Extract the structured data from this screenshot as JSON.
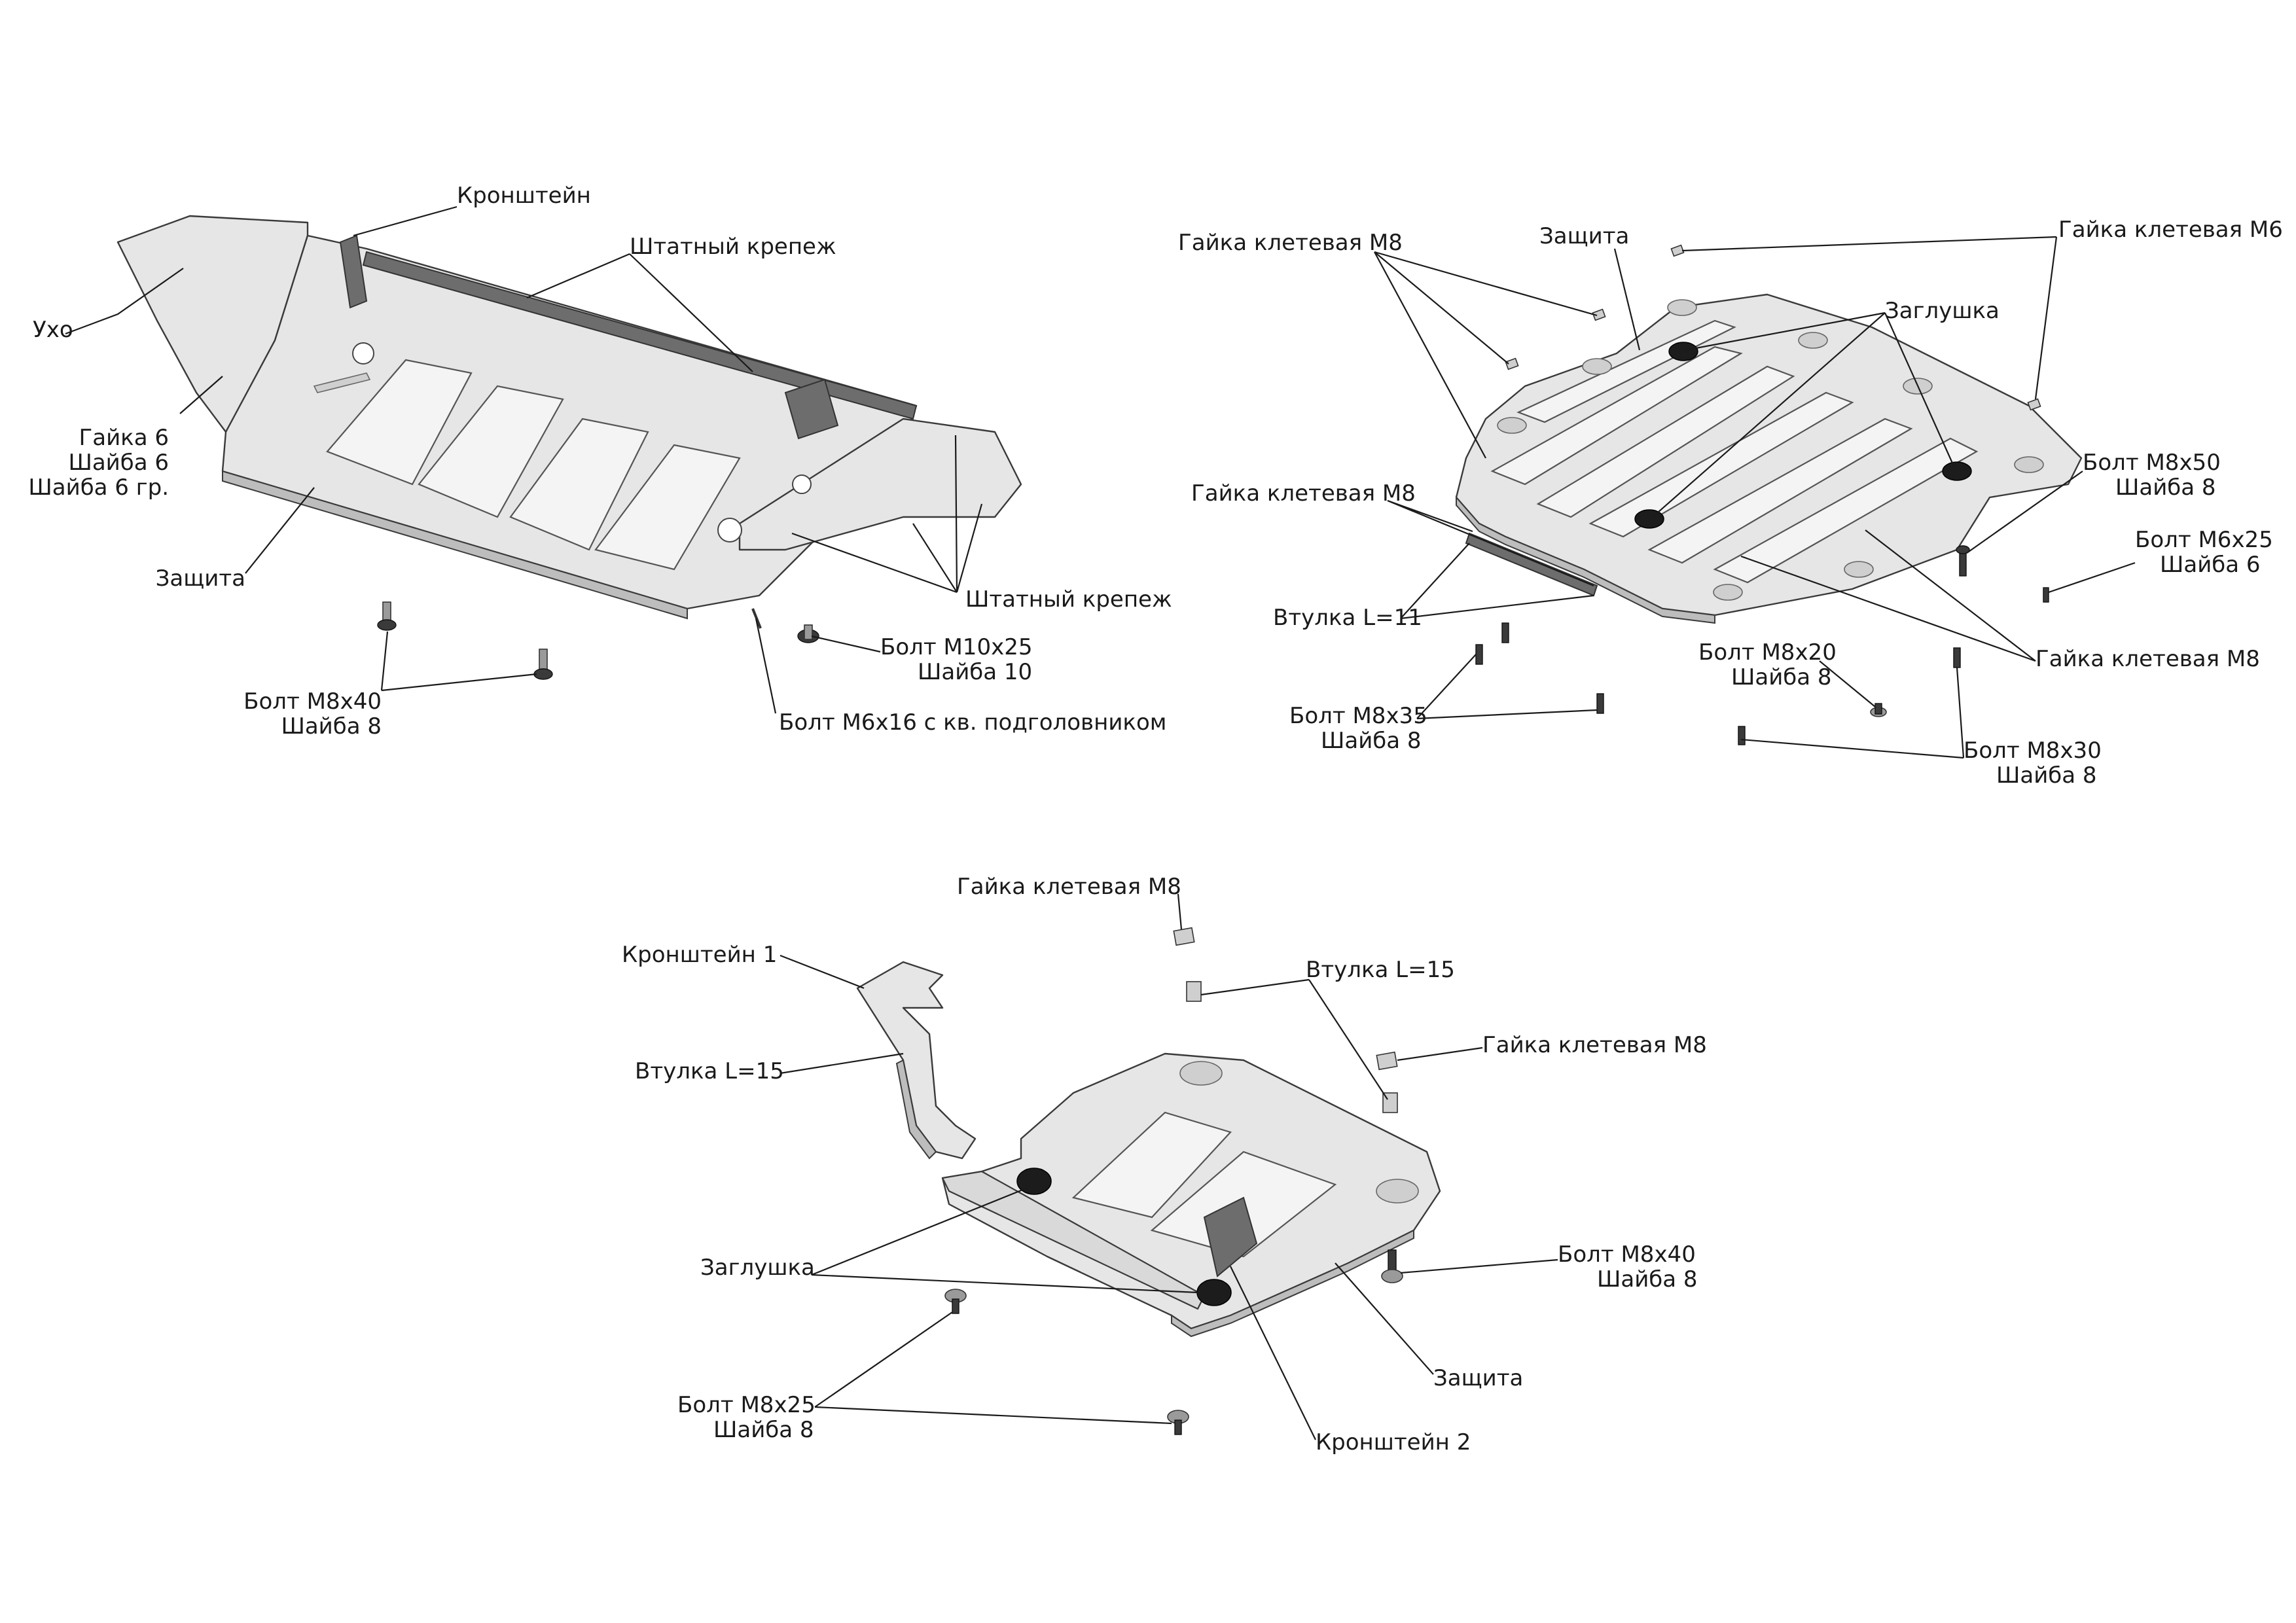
{
  "labels": {
    "a_kronshtein": "Кронштейн",
    "a_shtatny_top": "Штатный крепеж",
    "a_ukho": "Ухо",
    "a_gayka6": "Гайка 6",
    "a_shayba6": "Шайба 6",
    "a_shayba6gr": "Шайба 6 гр.",
    "a_zashchita": "Защита",
    "a_shtatny_right": "Штатный крепеж",
    "a_bolt_m10": "Болт М10х25",
    "a_shayba10": "Шайба 10",
    "a_bolt_m8x40": "Болт М8х40",
    "a_shayba8": "Шайба 8",
    "a_bolt_m6x16": "Болт М6х16 с кв. подголовником",
    "b_gayka_m8_top": "Гайка клетевая М8",
    "b_zashchita": "Защита",
    "b_gayka_m6": "Гайка клетевая М6",
    "b_zaglushka": "Заглушка",
    "b_bolt_m8x50": "Болт М8х50",
    "b_shayba8_m8x50": "Шайба 8",
    "b_gayka_m8_mid": "Гайка клетевая М8",
    "b_bolt_m6x25": "Болт М6х25",
    "b_shayba6": "Шайба 6",
    "b_vtulka11": "Втулка L=11",
    "b_bolt_m8x20": "Болт М8х20",
    "b_shayba8_m8x20": "Шайба 8",
    "b_gayka_m8_right": "Гайка клетевая М8",
    "b_bolt_m8x35": "Болт М8х35",
    "b_shayba8_m8x35": "Шайба 8",
    "b_bolt_m8x30": "Болт М8х30",
    "b_shayba8_m8x30": "Шайба 8",
    "c_gayka_m8_top": "Гайка клетевая М8",
    "c_kronshtein1": "Кронштейн 1",
    "c_vtulka15_right": "Втулка L=15",
    "c_gayka_m8_right": "Гайка клетевая М8",
    "c_vtulka15_left": "Втулка L=15",
    "c_bolt_m8x40": "Болт М8х40",
    "c_shayba8_m8x40": "Шайба 8",
    "c_zaglushka": "Заглушка",
    "c_zashchita": "Защита",
    "c_bolt_m8x25": "Болт М8х25",
    "c_shayba8_m8x25": "Шайба 8",
    "c_kronshtein2": "Кронштейн 2"
  },
  "colors": {
    "plate": "#e6e6e6",
    "plate_edge": "#3a3a3a",
    "emboss": "#f4f4f4",
    "plug": "#1c1c1c",
    "text": "#1a1a1a"
  }
}
